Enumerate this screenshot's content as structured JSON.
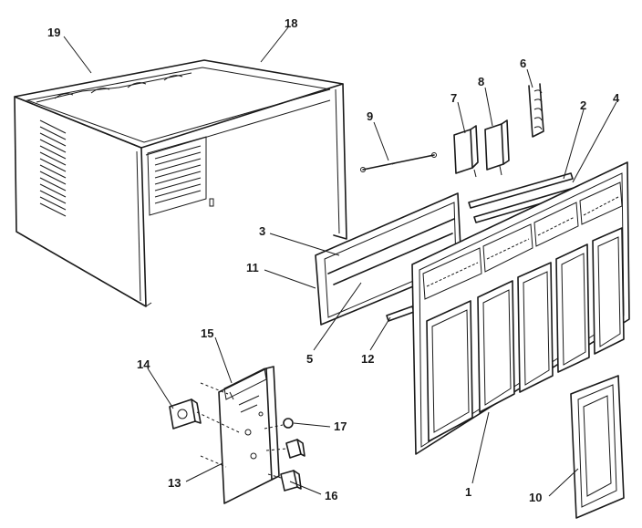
{
  "callouts": [
    {
      "id": "19",
      "label": "19"
    },
    {
      "id": "18",
      "label": "18"
    },
    {
      "id": "9",
      "label": "9"
    },
    {
      "id": "7",
      "label": "7"
    },
    {
      "id": "8",
      "label": "8"
    },
    {
      "id": "6",
      "label": "6"
    },
    {
      "id": "2",
      "label": "2"
    },
    {
      "id": "4",
      "label": "4"
    },
    {
      "id": "3",
      "label": "3"
    },
    {
      "id": "11",
      "label": "11"
    },
    {
      "id": "5",
      "label": "5"
    },
    {
      "id": "12",
      "label": "12"
    },
    {
      "id": "15",
      "label": "15"
    },
    {
      "id": "14",
      "label": "14"
    },
    {
      "id": "17",
      "label": "17"
    },
    {
      "id": "16",
      "label": "16"
    },
    {
      "id": "13",
      "label": "13"
    },
    {
      "id": "1",
      "label": "1"
    },
    {
      "id": "10",
      "label": "10"
    }
  ]
}
